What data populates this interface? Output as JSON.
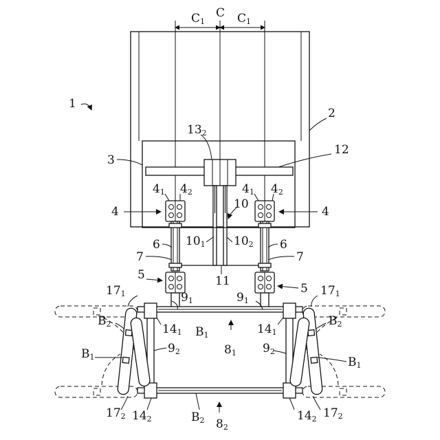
{
  "labels": {
    "C": "C",
    "C1_left": {
      "main": "C",
      "sub": "1"
    },
    "C1_right": {
      "main": "C",
      "sub": "1"
    },
    "one": "1",
    "two": "2",
    "three": "3",
    "twelve": "12",
    "thirteen2": {
      "main": "13",
      "sub": "2"
    },
    "four_left": "4",
    "four_right": "4",
    "four1_left": {
      "main": "4",
      "sub": "1"
    },
    "four2_left": {
      "main": "4",
      "sub": "2"
    },
    "four1_right": {
      "main": "4",
      "sub": "1"
    },
    "four2_right": {
      "main": "4",
      "sub": "2"
    },
    "ten": "10",
    "ten1": {
      "main": "10",
      "sub": "1"
    },
    "ten2": {
      "main": "10",
      "sub": "2"
    },
    "six_left": "6",
    "six_right": "6",
    "seven_left": "7",
    "seven_right": "7",
    "eleven": "11",
    "five_left": "5",
    "five_right": "5",
    "nine1_left": {
      "main": "9",
      "sub": "1"
    },
    "nine1_right": {
      "main": "9",
      "sub": "1"
    },
    "seventeen1_left": {
      "main": "17",
      "sub": "1"
    },
    "seventeen1_right": {
      "main": "17",
      "sub": "1"
    },
    "fourteen1_left": {
      "main": "14",
      "sub": "1"
    },
    "fourteen1_right": {
      "main": "14",
      "sub": "1"
    },
    "B1_top": {
      "main": "B",
      "sub": "1"
    },
    "B2_left": {
      "main": "B",
      "sub": "2"
    },
    "B2_right": {
      "main": "B",
      "sub": "2"
    },
    "B1_left": {
      "main": "B",
      "sub": "1"
    },
    "B1_right": {
      "main": "B",
      "sub": "1"
    },
    "nine2_left": {
      "main": "9",
      "sub": "2"
    },
    "nine2_right": {
      "main": "9",
      "sub": "2"
    },
    "eight1": {
      "main": "8",
      "sub": "1"
    },
    "seventeen2_left": {
      "main": "17",
      "sub": "2"
    },
    "seventeen2_right": {
      "main": "17",
      "sub": "2"
    },
    "fourteen2_left": {
      "main": "14",
      "sub": "2"
    },
    "fourteen2_right": {
      "main": "14",
      "sub": "2"
    },
    "B2_bottom": {
      "main": "B",
      "sub": "2"
    },
    "eight2": {
      "main": "8",
      "sub": "2"
    }
  }
}
